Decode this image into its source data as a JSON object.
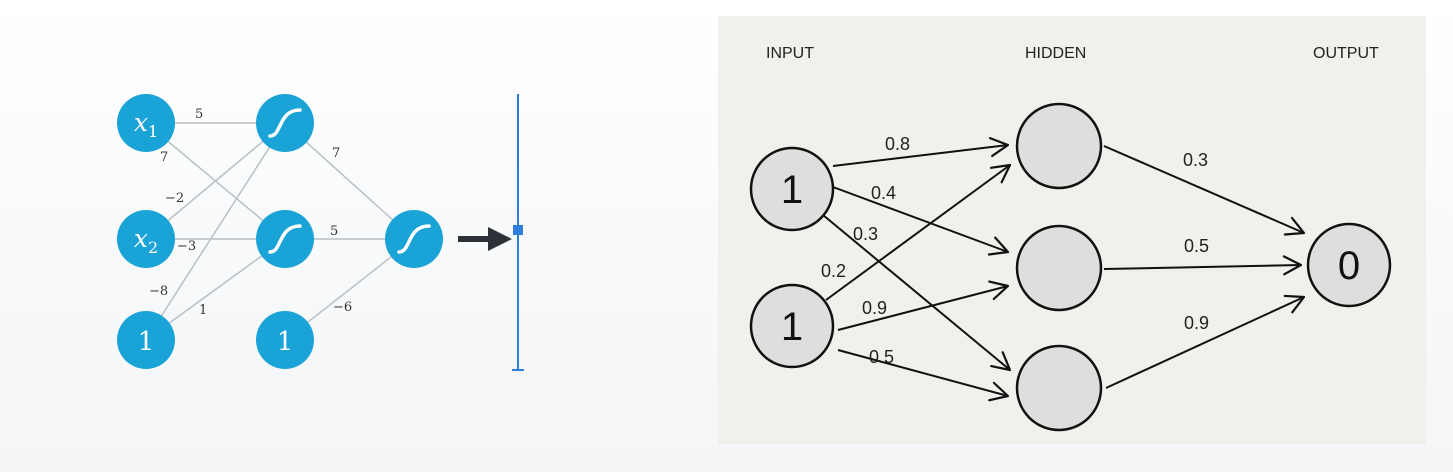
{
  "colors": {
    "left_node": "#1aa3d6",
    "left_edge": "#b8c0c6",
    "arrow": "#2d3238",
    "selection": "#2f7fdc",
    "panel": "#f1f0ec",
    "right_node": "#dededc",
    "stroke_dark": "#111111"
  },
  "left_network": {
    "nodes": {
      "x1": {
        "base": "x",
        "sub": "1"
      },
      "x2": {
        "base": "x",
        "sub": "2"
      },
      "bias_in": "1",
      "bias_hidden": "1"
    },
    "weights": {
      "x1_h1": "5",
      "x1_h2": "7",
      "x2_h1": "−2",
      "x2_h2": "−3",
      "b_h1": "−8",
      "b_h2": "1",
      "h1_out": "7",
      "h2_out": "5",
      "b2_out": "−6"
    }
  },
  "right_network": {
    "headers": {
      "input": "INPUT",
      "hidden": "HIDDEN",
      "output": "OUTPUT"
    },
    "inputs": [
      "1",
      "1"
    ],
    "output": "0",
    "weights": {
      "i1_h1": "0.8",
      "i1_h2": "0.4",
      "i1_h3": "0.3",
      "i2_h1": "0.2",
      "i2_h2": "0.9",
      "i2_h3": "0.5",
      "h1_o": "0.3",
      "h2_o": "0.5",
      "h3_o": "0.9"
    }
  }
}
